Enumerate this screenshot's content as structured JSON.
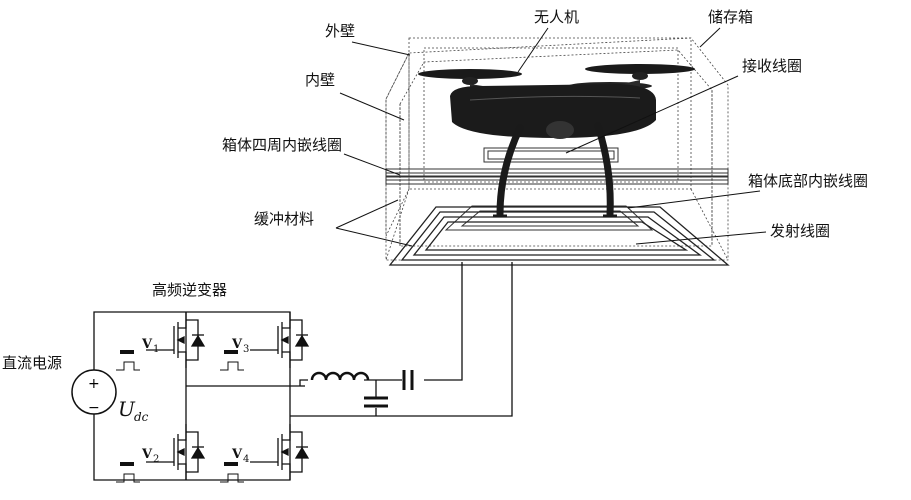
{
  "labels": {
    "outer_wall": "外壁",
    "drone": "无人机",
    "storage_box": "储存箱",
    "inner_wall": "内壁",
    "rx_coil": "接收线圈",
    "side_coils": "箱体四周内嵌线圈",
    "bottom_coil": "箱体底部内嵌线圈",
    "buffer": "缓冲材料",
    "tx_coil": "发射线圈",
    "inverter": "高频逆变器",
    "dc_source": "直流电源"
  },
  "source": {
    "symbol": "U",
    "subscript": "dc",
    "plus": "+",
    "minus": "−"
  },
  "switches": [
    {
      "name": "V",
      "sub": "1"
    },
    {
      "name": "V",
      "sub": "3"
    },
    {
      "name": "V",
      "sub": "2"
    },
    {
      "name": "V",
      "sub": "4"
    }
  ]
}
